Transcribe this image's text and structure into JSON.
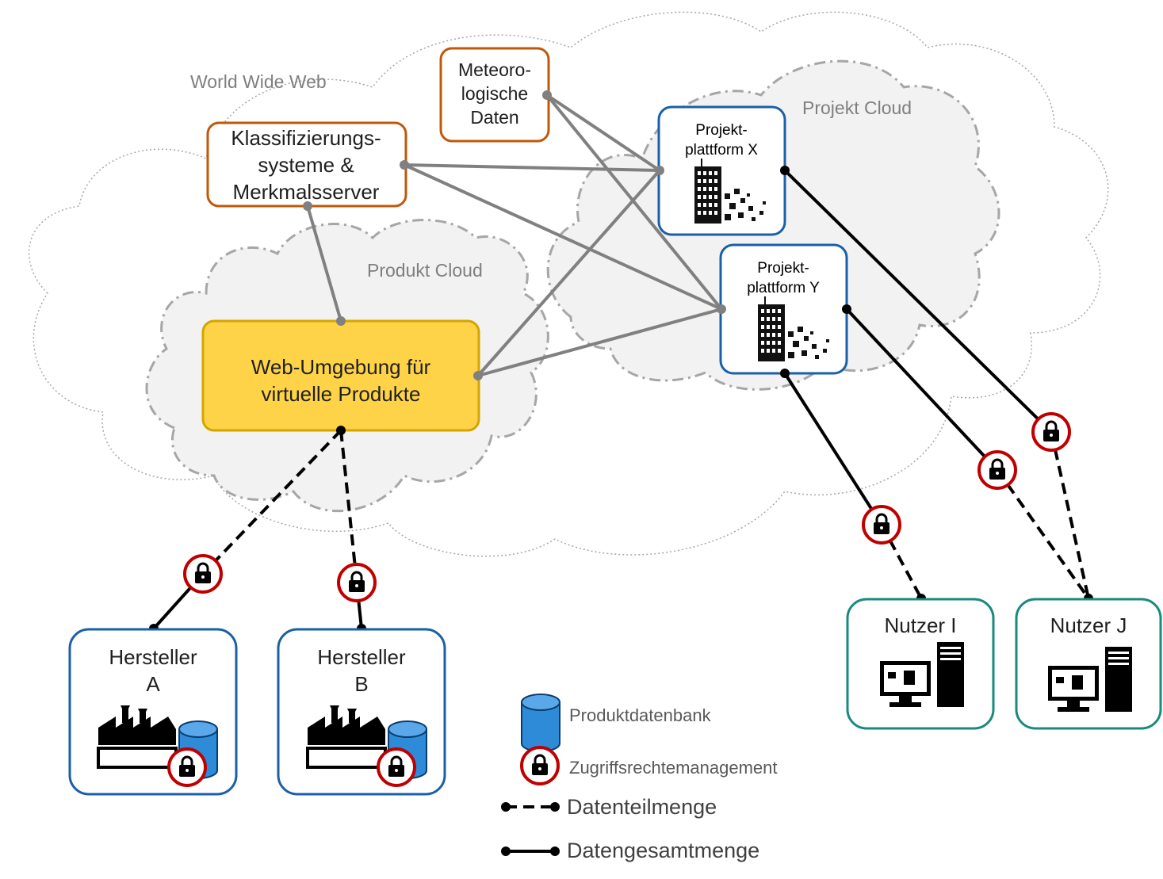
{
  "clouds": {
    "www": "World Wide Web",
    "product": "Produkt Cloud",
    "project": "Projekt Cloud"
  },
  "nodes": {
    "meteo": [
      "Meteoro-",
      "logische",
      "Daten"
    ],
    "klass": [
      "Klassifizierungs-",
      "systeme &",
      "Merkmalsserver"
    ],
    "web": [
      "Web-Umgebung für",
      "virtuelle Produkte"
    ],
    "platform_x": [
      "Projekt-",
      "plattform X"
    ],
    "platform_y": [
      "Projekt-",
      "plattform Y"
    ],
    "hersteller_a": [
      "Hersteller",
      "A"
    ],
    "hersteller_b": [
      "Hersteller",
      "B"
    ],
    "nutzer_i": "Nutzer I",
    "nutzer_j": "Nutzer J"
  },
  "legend": {
    "database": "Produktdatenbank",
    "access": "Zugriffsrechtemanagement",
    "subset": "Datenteilmenge",
    "full": "Datengesamtmenge"
  },
  "colors": {
    "orange_border": "#c0580a",
    "blue_border": "#1a5fa8",
    "teal_border": "#1a8a80",
    "web_fill": "#ffd347",
    "web_border": "#d4a500",
    "lock_ring": "#c00000",
    "db_fill": "#2e8bd8",
    "gray_line": "#808080"
  }
}
